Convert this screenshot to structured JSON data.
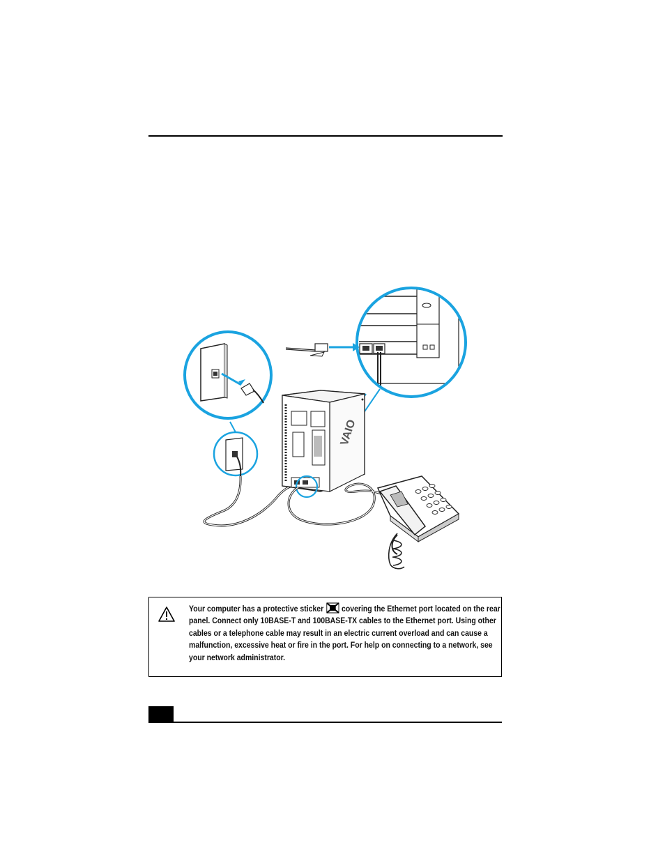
{
  "warning": {
    "icon": "caution-triangle-icon",
    "text_part1": "Your computer has a protective sticker",
    "sticker_icon": "ethernet-sticker-icon",
    "text_part2": "covering the Ethernet port located on the rear panel. Connect only 10BASE-T and 100BASE-TX cables to the Ethernet port. Using other cables or a telephone cable may result in an electric current overload and can cause a malfunction, excessive heat or fire in the port. For help on connecting to a network, see your network administrator."
  },
  "figure": {
    "brand": "VAIO",
    "accent_color": "#1aa3e0"
  }
}
